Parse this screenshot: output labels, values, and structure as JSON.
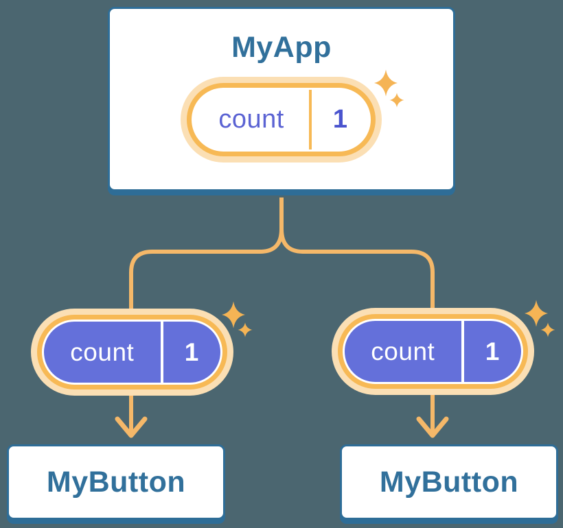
{
  "diagram": {
    "root": {
      "title": "MyApp",
      "state": {
        "label": "count",
        "value": "1"
      }
    },
    "children": [
      {
        "title": "MyButton",
        "state": {
          "label": "count",
          "value": "1"
        }
      },
      {
        "title": "MyButton",
        "state": {
          "label": "count",
          "value": "1"
        }
      }
    ]
  },
  "icons": {
    "sparkle": "sparkle-icon"
  },
  "colors": {
    "background": "#4B6670",
    "card_border": "#2E6D97",
    "card_title_text": "#31709B",
    "pill_ring_orange": "#F7B955",
    "pill_halo_orange": "#FBDFB4",
    "connector_orange": "#F5B869",
    "sparkle_orange": "#F5B455",
    "state_pill_purple": "#6470DA",
    "state_label_purple": "#5B63D3",
    "state_value_purple": "#4A54CE",
    "state_text_on_purple": "#FFFFFF"
  }
}
